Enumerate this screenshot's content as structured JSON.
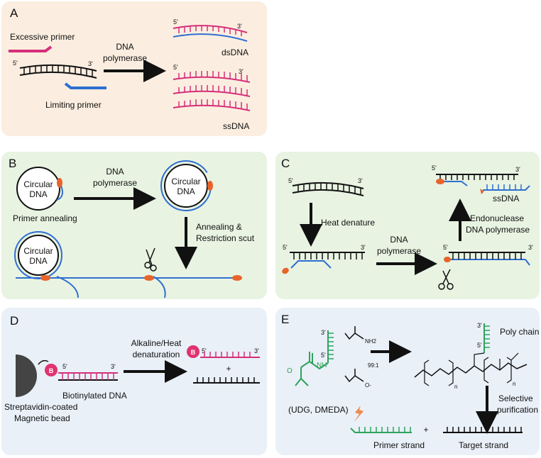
{
  "colors": {
    "panel_a_bg": "#fbeee0",
    "panel_b_bg": "#e8f3e2",
    "panel_c_bg": "#e8f3e2",
    "panel_d_bg": "#e9f0f8",
    "panel_e_bg": "#e9f0f8",
    "pink": "#d62f7a",
    "blue": "#2f6fd0",
    "green": "#2ea35a",
    "orange": "#e8642a",
    "black": "#111111",
    "bead": "#444444"
  },
  "panels": {
    "a": {
      "letter": "A",
      "excessive_primer": "Excessive primer",
      "limiting_primer": "Limiting primer",
      "arrow_label_1": "DNA",
      "arrow_label_2": "polymerase",
      "dsdna": "dsDNA",
      "ssdna": "ssDNA"
    },
    "b": {
      "letter": "B",
      "circular_1": "Circular",
      "circular_2": "DNA",
      "primer_annealing": "Primer annealing",
      "arrow_label_1": "DNA",
      "arrow_label_2": "polymerase",
      "annealing_1": "Annealing &",
      "annealing_2": "Restriction scut"
    },
    "c": {
      "letter": "C",
      "heat_denature": "Heat denature",
      "arrow_label_1": "DNA",
      "arrow_label_2": "polymerase",
      "endo_1": "Endonuclease",
      "endo_2": "DNA polymerase",
      "ssdna": "ssDNA"
    },
    "d": {
      "letter": "D",
      "bead_letter": "B",
      "bead_label_1": "Streptavidin-coated",
      "bead_label_2": "Magnetic bead",
      "biotinylated": "Biotinylated DNA",
      "alk_1": "Alkaline/Heat",
      "alk_2": "denaturation",
      "plus": "+"
    },
    "e": {
      "letter": "E",
      "poly_chain": "Poly chain",
      "ratio": "99:1",
      "nh2": "NH2",
      "o_minus": "O-",
      "selective_1": "Selective",
      "selective_2": "purification",
      "udg": "(UDG, DMEDA)",
      "primer_strand": "Primer strand",
      "target_strand": "Target strand",
      "plus": "+",
      "o": "O",
      "nh": "NH",
      "n": "n"
    }
  },
  "strand_ends": {
    "five": "5'",
    "three": "3'"
  }
}
